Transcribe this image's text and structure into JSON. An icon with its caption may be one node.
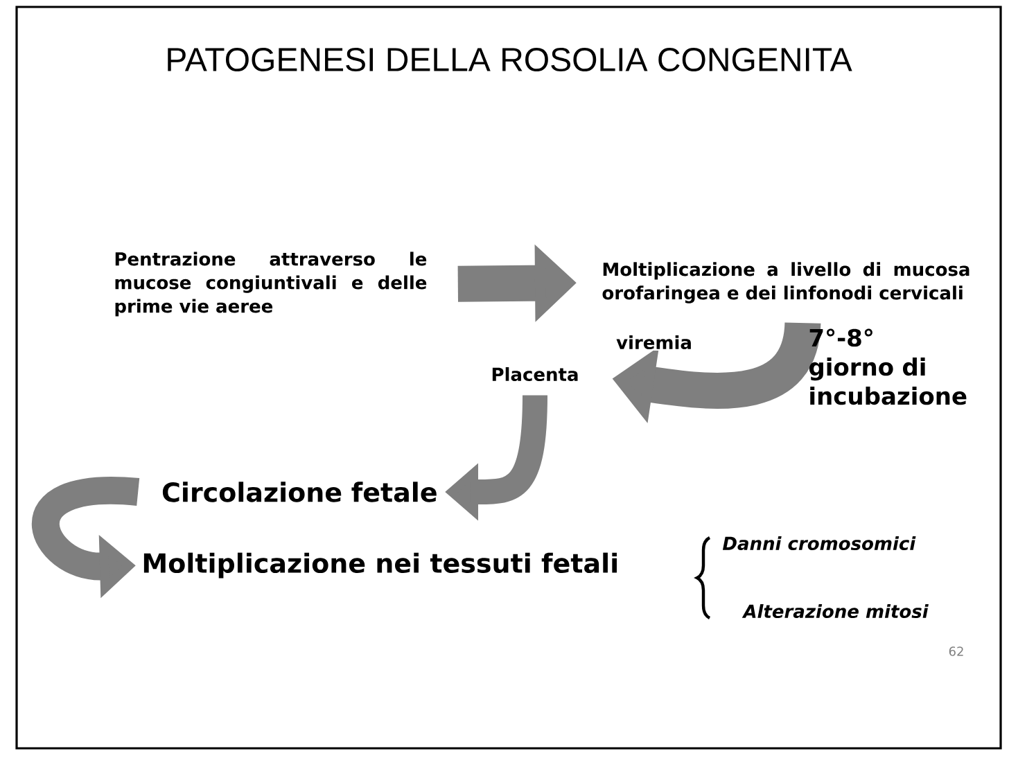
{
  "diagram": {
    "title": "PATOGENESI DELLA ROSOLIA CONGENITA",
    "nodes": [
      {
        "text": [
          "Pentrazione attraverso le mucose congiuntivali e delle prime vie aeree"
        ]
      },
      {
        "text": [
          "Moltiplicazione a livello di mucosa orofaringea e dei linfonodi cervicali"
        ]
      },
      {
        "text": [
          "Placenta"
        ]
      },
      {
        "text": [
          "Circolazione fetale"
        ]
      },
      {
        "text": [
          "Moltiplicazione nei tessuti fetali"
        ]
      }
    ],
    "edges": [
      {
        "from": 0,
        "to": 1,
        "arrow": "to"
      },
      {
        "from": 1,
        "to": 2,
        "arrow": "to",
        "label": "viremia"
      },
      {
        "from": 2,
        "to": 3,
        "arrow": "to"
      },
      {
        "from": 3,
        "to": 4,
        "arrow": "to"
      }
    ],
    "labels": [
      "7°-8° giorno di incubazione",
      "Danni cromosomici",
      "Alterazione mitosi",
      "62"
    ]
  }
}
